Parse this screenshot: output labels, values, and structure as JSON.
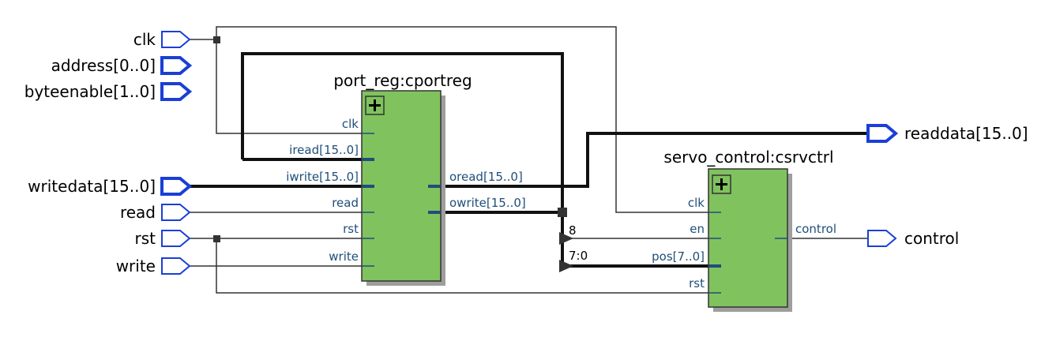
{
  "inputs": {
    "clk": "clk",
    "address": "address[0..0]",
    "byteenable": "byteenable[1..0]",
    "writedata": "writedata[15..0]",
    "read": "read",
    "rst": "rst",
    "write": "write"
  },
  "outputs": {
    "readdata": "readdata[15..0]",
    "control": "control"
  },
  "port_reg": {
    "instance": "port_reg:cportreg",
    "clk": "clk",
    "iread": "iread[15..0]",
    "iwrite": "iwrite[15..0]",
    "read": "read",
    "rst": "rst",
    "write": "write",
    "oread": "oread[15..0]",
    "owrite": "owrite[15..0]"
  },
  "servo": {
    "instance": "servo_control:csrvctrl",
    "clk": "clk",
    "en": "en",
    "pos": "pos[7..0]",
    "rst": "rst",
    "control": "control"
  },
  "bus_slices": {
    "en_bit": "8",
    "pos_bits": "7:0"
  },
  "colors": {
    "pin_stroke": "#1a3fd6",
    "block_fill": "#80c25e",
    "port_text": "#1f4e79"
  }
}
